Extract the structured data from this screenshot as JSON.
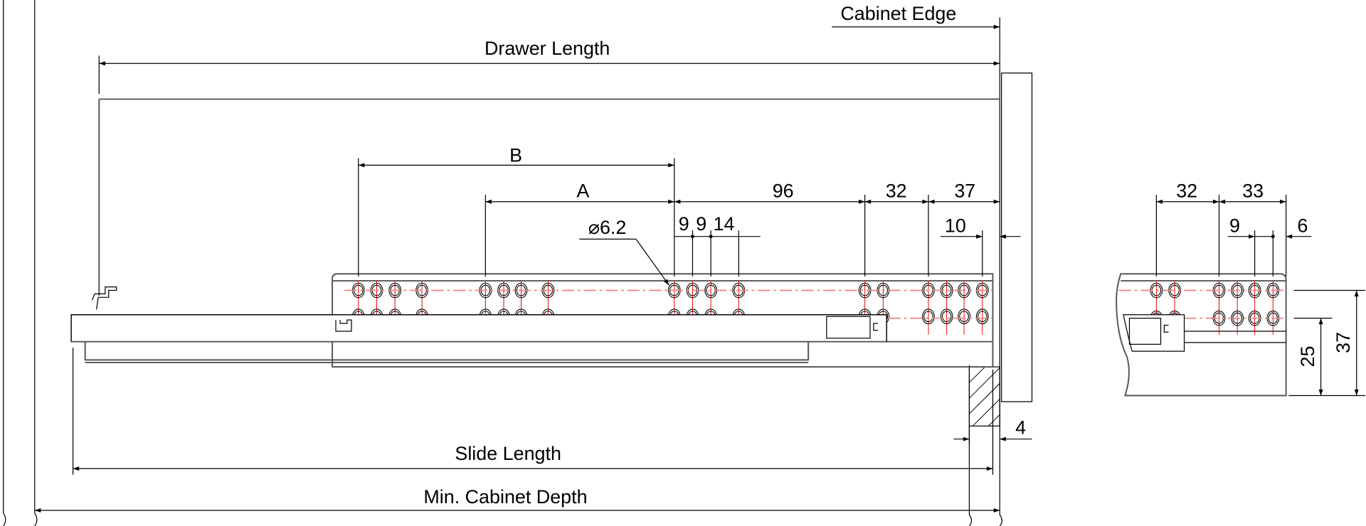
{
  "labels": {
    "cabinet_edge": "Cabinet Edge",
    "drawer_length": "Drawer Length",
    "slide_length": "Slide Length",
    "min_cabinet_depth": "Min. Cabinet Depth",
    "dim_b": "B",
    "dim_a": "A",
    "dim_96": "96",
    "dim_32": "32",
    "dim_37": "37",
    "hole_diameter": "⌀6.2",
    "dim_9a": "9",
    "dim_9b": "9",
    "dim_14": "14",
    "dim_10": "10",
    "dim_4": "4",
    "side_dim_32": "32",
    "side_dim_33": "33",
    "side_dim_9": "9",
    "side_dim_6": "6",
    "side_dim_25": "25",
    "side_dim_37": "37"
  }
}
